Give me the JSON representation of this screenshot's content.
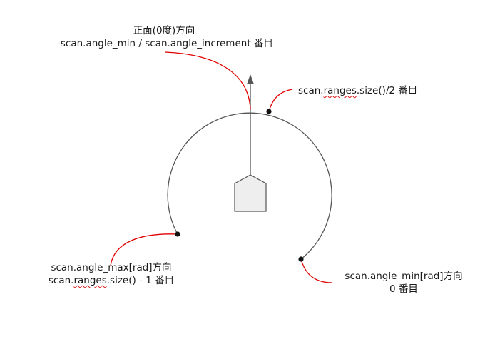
{
  "colors": {
    "arc": "#555555",
    "arrow": "#555555",
    "leader": "#e00000",
    "robot_fill": "#eeeeee",
    "robot_stroke": "#555555",
    "point": "#111111",
    "text": "#1a1a1a"
  },
  "labels": {
    "front": {
      "line1": "正面(0度)方向",
      "line2": "-scan.angle_min / scan.angle_increment 番目"
    },
    "half": {
      "prefix": "scan.",
      "squiggle": "ranges",
      "suffix": ".size()/2 番目"
    },
    "max": {
      "line1": "scan.angle_max[rad]方向",
      "line2_prefix": "scan.",
      "line2_squiggle": "ranges",
      "line2_suffix": ".size() - 1 番目"
    },
    "min": {
      "line1": "scan.angle_min[rad]方向",
      "line2": "0 番目"
    }
  },
  "icons": {
    "robot": "robot-pentagon-icon",
    "heading": "heading-arrow-icon"
  }
}
